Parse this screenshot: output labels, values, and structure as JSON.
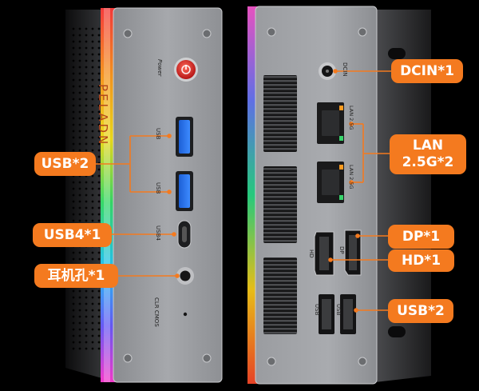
{
  "brand_text": "PELADN",
  "left_device": {
    "power_label": "Power",
    "port_labels": [
      "USB",
      "USB",
      "USB4",
      "CLR CMOS"
    ]
  },
  "right_device": {
    "dcin_label": "DCIN",
    "lan_labels": [
      "LAN 2.5G",
      "LAN 2.5G"
    ],
    "hd_label": "HD",
    "dp_label": "DP",
    "usb_labels": [
      "USB",
      "USB"
    ]
  },
  "callouts": {
    "usb_front": "USB*2",
    "usb4": "USB4*1",
    "audio": "耳机孔*1",
    "dcin": "DCIN*1",
    "lan_line1": "LAN",
    "lan_line2": "2.5G*2",
    "dp": "DP*1",
    "hd": "HD*1",
    "usb_rear": "USB*2"
  },
  "colors": {
    "accent": "#f47a1f",
    "power_button": "#e02a2a"
  }
}
